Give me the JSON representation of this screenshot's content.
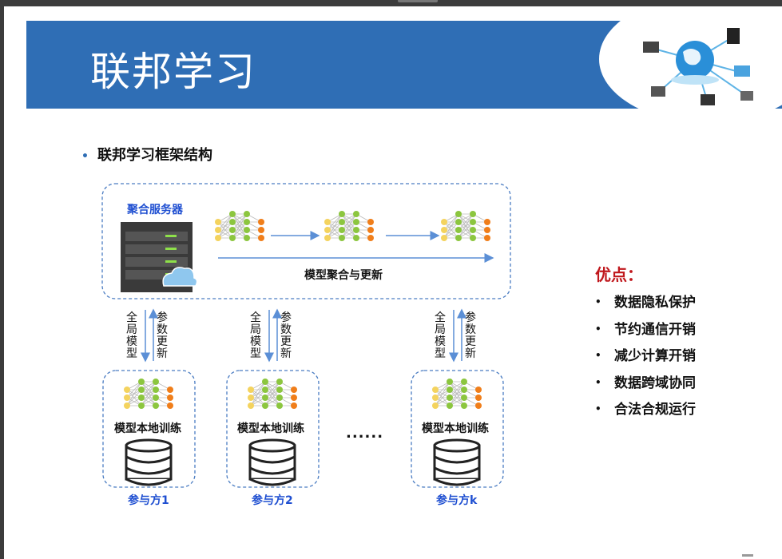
{
  "slide": {
    "title": "联邦学习",
    "bullet": "联邦学习框架结构"
  },
  "diagram": {
    "server_label": "聚合服务器",
    "aggregate_label": "模型聚合与更新",
    "down_label": "全局模型",
    "up_label": "参数更新",
    "local_training_label": "模型本地训练",
    "ellipsis": "......",
    "participants": [
      "参与方1",
      "参与方2",
      "参与方k"
    ]
  },
  "advantages": {
    "title": "优点：",
    "items": [
      "数据隐私保护",
      "节约通信开销",
      "减少计算开销",
      "数据跨域协同",
      "合法合规运行"
    ]
  },
  "colors": {
    "banner": "#2f6eb5",
    "advantage_title": "#c0171c",
    "label_blue": "#1f4fd1",
    "node_yellow": "#f4d35e",
    "node_green": "#8cc63f",
    "node_orange": "#f07e1a"
  },
  "icons": [
    "network-globe-icon",
    "server-rack-icon",
    "cloud-icon",
    "neural-network-icon",
    "database-icon"
  ]
}
